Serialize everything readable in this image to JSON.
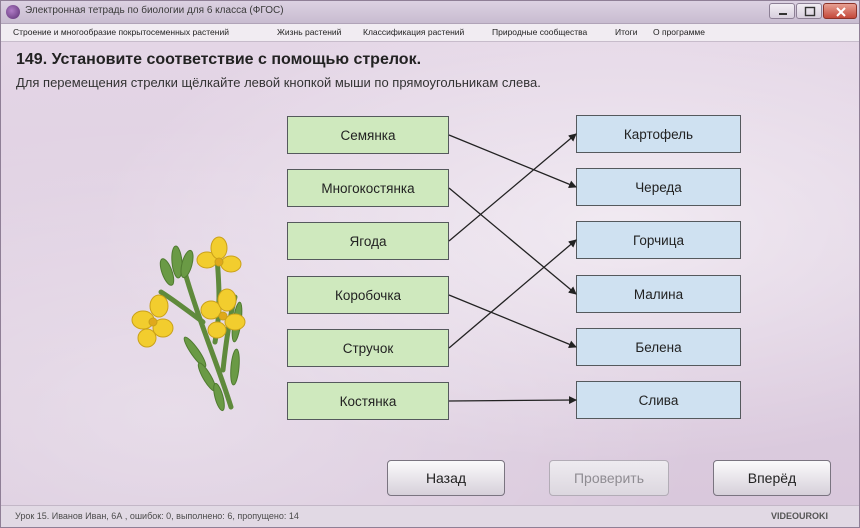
{
  "window": {
    "title": "Электронная тетрадь по биологии для 6 класса (ФГОС)"
  },
  "menu": [
    "Строение и многообразие покрытосеменных растений",
    "Жизнь растений",
    "Классификация растений",
    "Природные сообщества",
    "Итоги",
    "О программе"
  ],
  "task": {
    "title": "149. Установите соответствие с помощью стрелок.",
    "instruction": "Для перемещения стрелки щёлкайте левой кнопкой мыши по прямоугольникам слева."
  },
  "left_items": [
    "Семянка",
    "Многокостянка",
    "Ягода",
    "Коробочка",
    "Стручок",
    "Костянка"
  ],
  "right_items": [
    "Картофель",
    "Череда",
    "Горчица",
    "Малина",
    "Белена",
    "Слива"
  ],
  "connections": [
    {
      "from": 0,
      "to": 1
    },
    {
      "from": 1,
      "to": 3
    },
    {
      "from": 2,
      "to": 0
    },
    {
      "from": 3,
      "to": 4
    },
    {
      "from": 4,
      "to": 2
    },
    {
      "from": 5,
      "to": 5
    }
  ],
  "buttons": {
    "back": "Назад",
    "check": "Проверить",
    "next": "Вперёд"
  },
  "status": {
    "text": "Урок 15. Иванов Иван, 6А , ошибок: 0, выполнено: 6, пропущено: 14",
    "brand": "VIDEOUROKI"
  },
  "colors": {
    "left_box": "#cfe9be",
    "right_box": "#cfe1f1",
    "arrow": "#222222"
  },
  "icons": {
    "app": "app-logo-icon",
    "decoration": "mustard-flower-illustration"
  }
}
